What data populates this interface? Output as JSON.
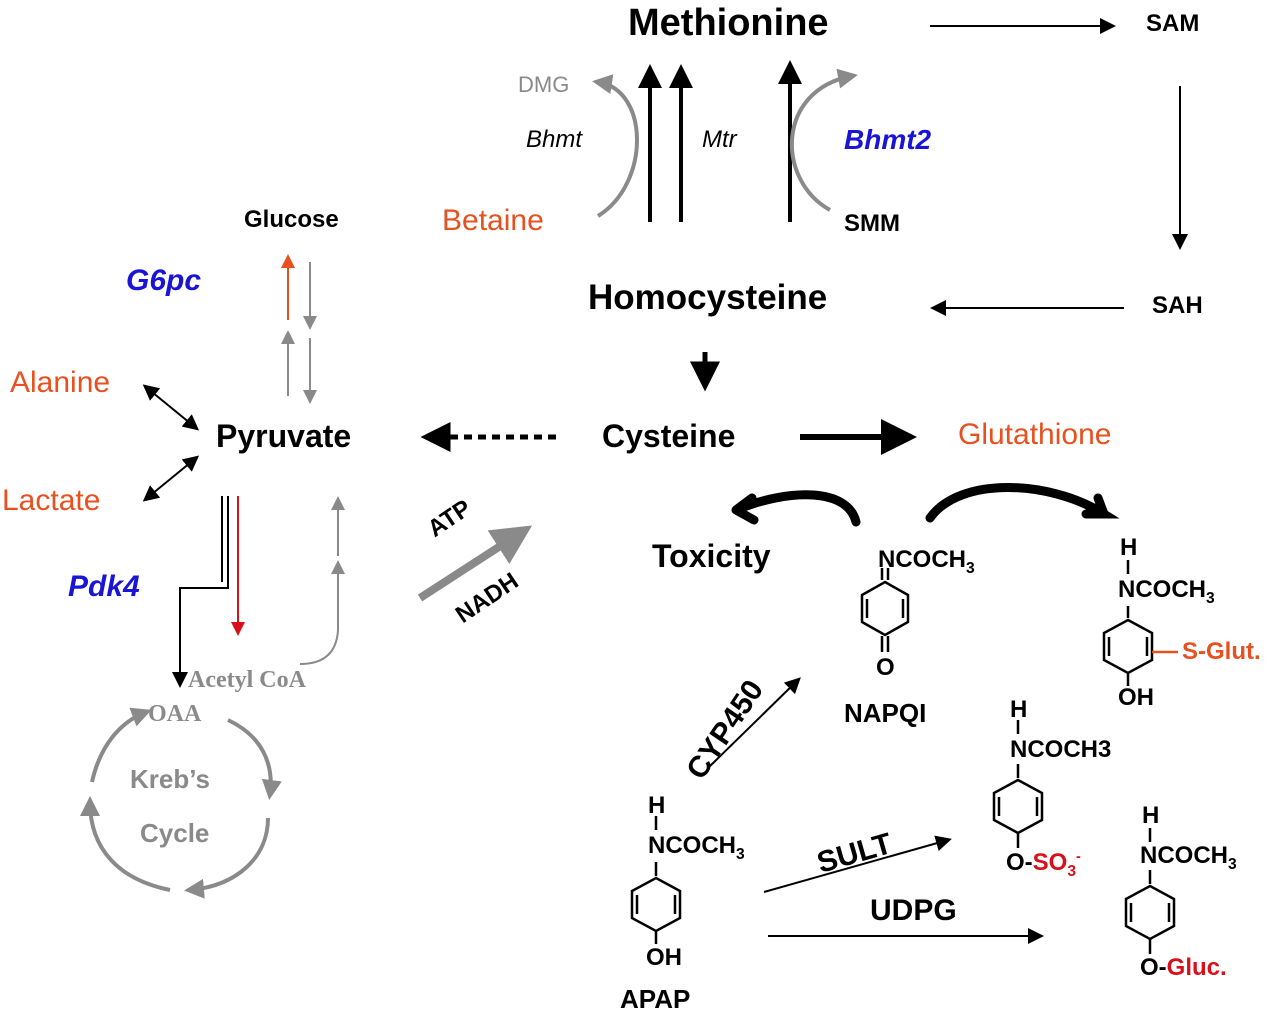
{
  "colors": {
    "black": "#000000",
    "orange": "#e8501f",
    "blue": "#1a14d6",
    "gray": "#8a8a8a",
    "red": "#d8101a"
  },
  "metabolites": {
    "methionine": "Methionine",
    "sam": "SAM",
    "sah": "SAH",
    "homocysteine": "Homocysteine",
    "cysteine": "Cysteine",
    "glutathione": "Glutathione",
    "betaine": "Betaine",
    "smm": "SMM",
    "dmg": "DMG",
    "glucose": "Glucose",
    "pyruvate": "Pyruvate",
    "alanine": "Alanine",
    "lactate": "Lactate",
    "acetyl_coa": "Acetyl CoA",
    "oaa": "OAA",
    "krebs_line1": "Kreb’s",
    "krebs_line2": "Cycle",
    "toxicity": "Toxicity",
    "napqi": "NAPQI",
    "apap": "APAP"
  },
  "enzymes": {
    "bhmt": "Bhmt",
    "mtr": "Mtr",
    "bhmt2": "Bhmt2",
    "g6pc": "G6pc",
    "pdk4": "Pdk4",
    "cyp450": "CYP450",
    "sult": "SULT",
    "udpg": "UDPG",
    "atp": "ATP",
    "nadh": "NADH"
  },
  "structures": {
    "h": "H",
    "ncoch3_base": "NCOCH",
    "ncoch3_sub": "3",
    "ncoch3_plain": "NCOCH3",
    "oh": "OH",
    "o": "O",
    "o_dash": "O-",
    "so3_base": "SO",
    "so3_sub": "3",
    "so3_sup": "-",
    "gluc": "Gluc.",
    "s_glut": "S-Glut."
  }
}
